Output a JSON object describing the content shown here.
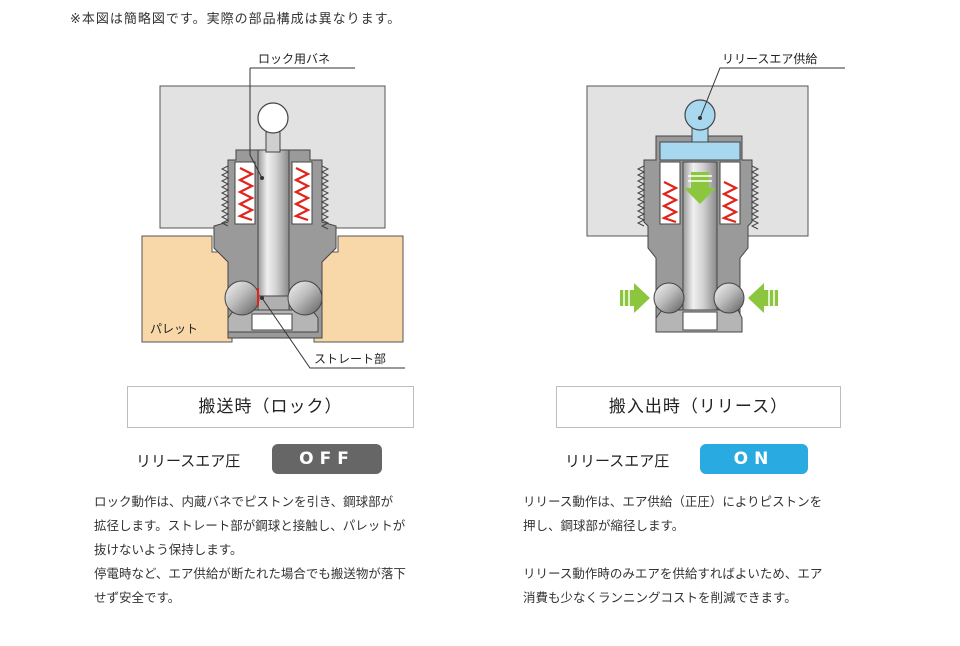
{
  "note": "※本図は簡略図です。実際の部品構成は異なります。",
  "left": {
    "labels": {
      "spring": "ロック用バネ",
      "pallet": "パレット",
      "straight": "ストレート部"
    },
    "mode_title": "搬送時（ロック）",
    "air_label": "リリースエア圧",
    "state": "OFF",
    "state_color": "#666666",
    "desc": [
      "ロック動作は、内蔵バネでピストンを引き、鋼球部が",
      "拡径します。ストレート部が鋼球と接触し、パレットが",
      "抜けないよう保持します。",
      "停電時など、エア供給が断たれた場合でも搬送物が落下",
      "せず安全です。"
    ]
  },
  "right": {
    "labels": {
      "air_supply": "リリースエア供給"
    },
    "mode_title": "搬入出時（リリース）",
    "air_label": "リリースエア圧",
    "state": "ON",
    "state_color": "#29abe2",
    "desc1": [
      "リリース動作は、エア供給（正圧）によりピストンを",
      "押し、鋼球部が縮径します。"
    ],
    "desc2": [
      "リリース動作時のみエアを供給すればよいため、エア",
      "消費も少なくランニングコストを削減できます。"
    ]
  },
  "colors": {
    "pallet": "#f8d8a8",
    "housing": "#e2e2e2",
    "metal": "#9a9a9a",
    "spring": "#e2231a",
    "air": "#a8d8f0",
    "arrow": "#8cc63f"
  }
}
